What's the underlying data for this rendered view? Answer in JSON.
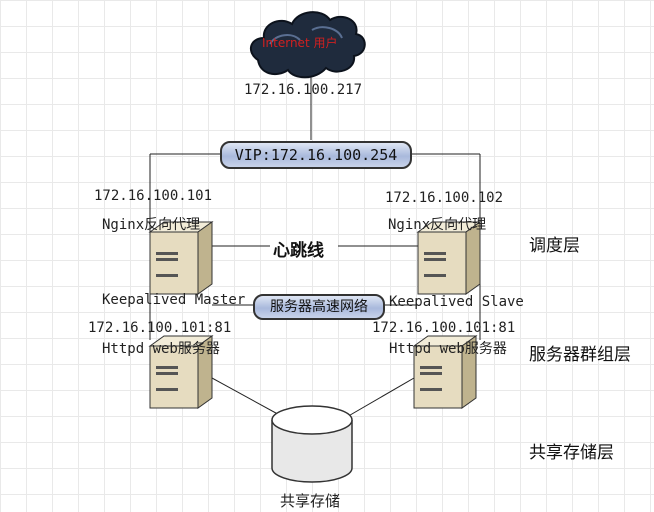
{
  "cloud": {
    "label": "Internet 用户"
  },
  "public_ip": "172.16.100.217",
  "vip": "VIP:172.16.100.254",
  "heartbeat": "心跳线",
  "network": "服务器高速网络",
  "left_lb": {
    "ip": "172.16.100.101",
    "role": "Nginx反向代理",
    "ha": "Keepalived Master"
  },
  "right_lb": {
    "ip": "172.16.100.102",
    "role": "Nginx反向代理",
    "ha": "Keepalived Slave"
  },
  "left_web": {
    "ip": "172.16.100.101:81",
    "role": "Httpd web服务器"
  },
  "right_web": {
    "ip": "172.16.100.101:81",
    "role": "Httpd web服务器"
  },
  "storage": {
    "label": "共享存储"
  },
  "layers": {
    "scheduling": "调度层",
    "server_group": "服务器群组层",
    "storage": "共享存储层"
  },
  "colors": {
    "cloud": "#1f2b3d",
    "cloud_text": "#d02020",
    "server_body": "#e6dcc0",
    "pill": "#b8c6e2"
  }
}
